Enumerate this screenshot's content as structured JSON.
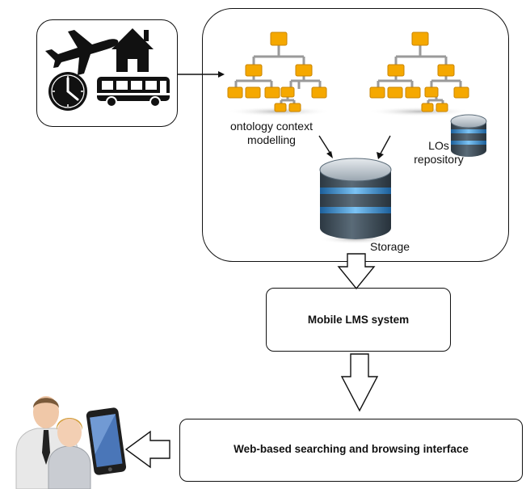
{
  "labels": {
    "ontology": "ontology context modelling",
    "los": "LOs repository",
    "storage": "Storage",
    "lms": "Mobile LMS system",
    "web": "Web-based searching and browsing interface"
  },
  "icons": {
    "context": [
      "airplane-icon",
      "house-icon",
      "clock-icon",
      "bus-icon"
    ],
    "hierarchy": "org-chart-icon",
    "database": "database-icon",
    "users": "users-with-phone-icon"
  },
  "colors": {
    "stroke": "#111111",
    "node": "#f5a800",
    "node_edge": "#c98400",
    "db_body": "#3b4a57",
    "db_band": "#4f9bd8"
  }
}
